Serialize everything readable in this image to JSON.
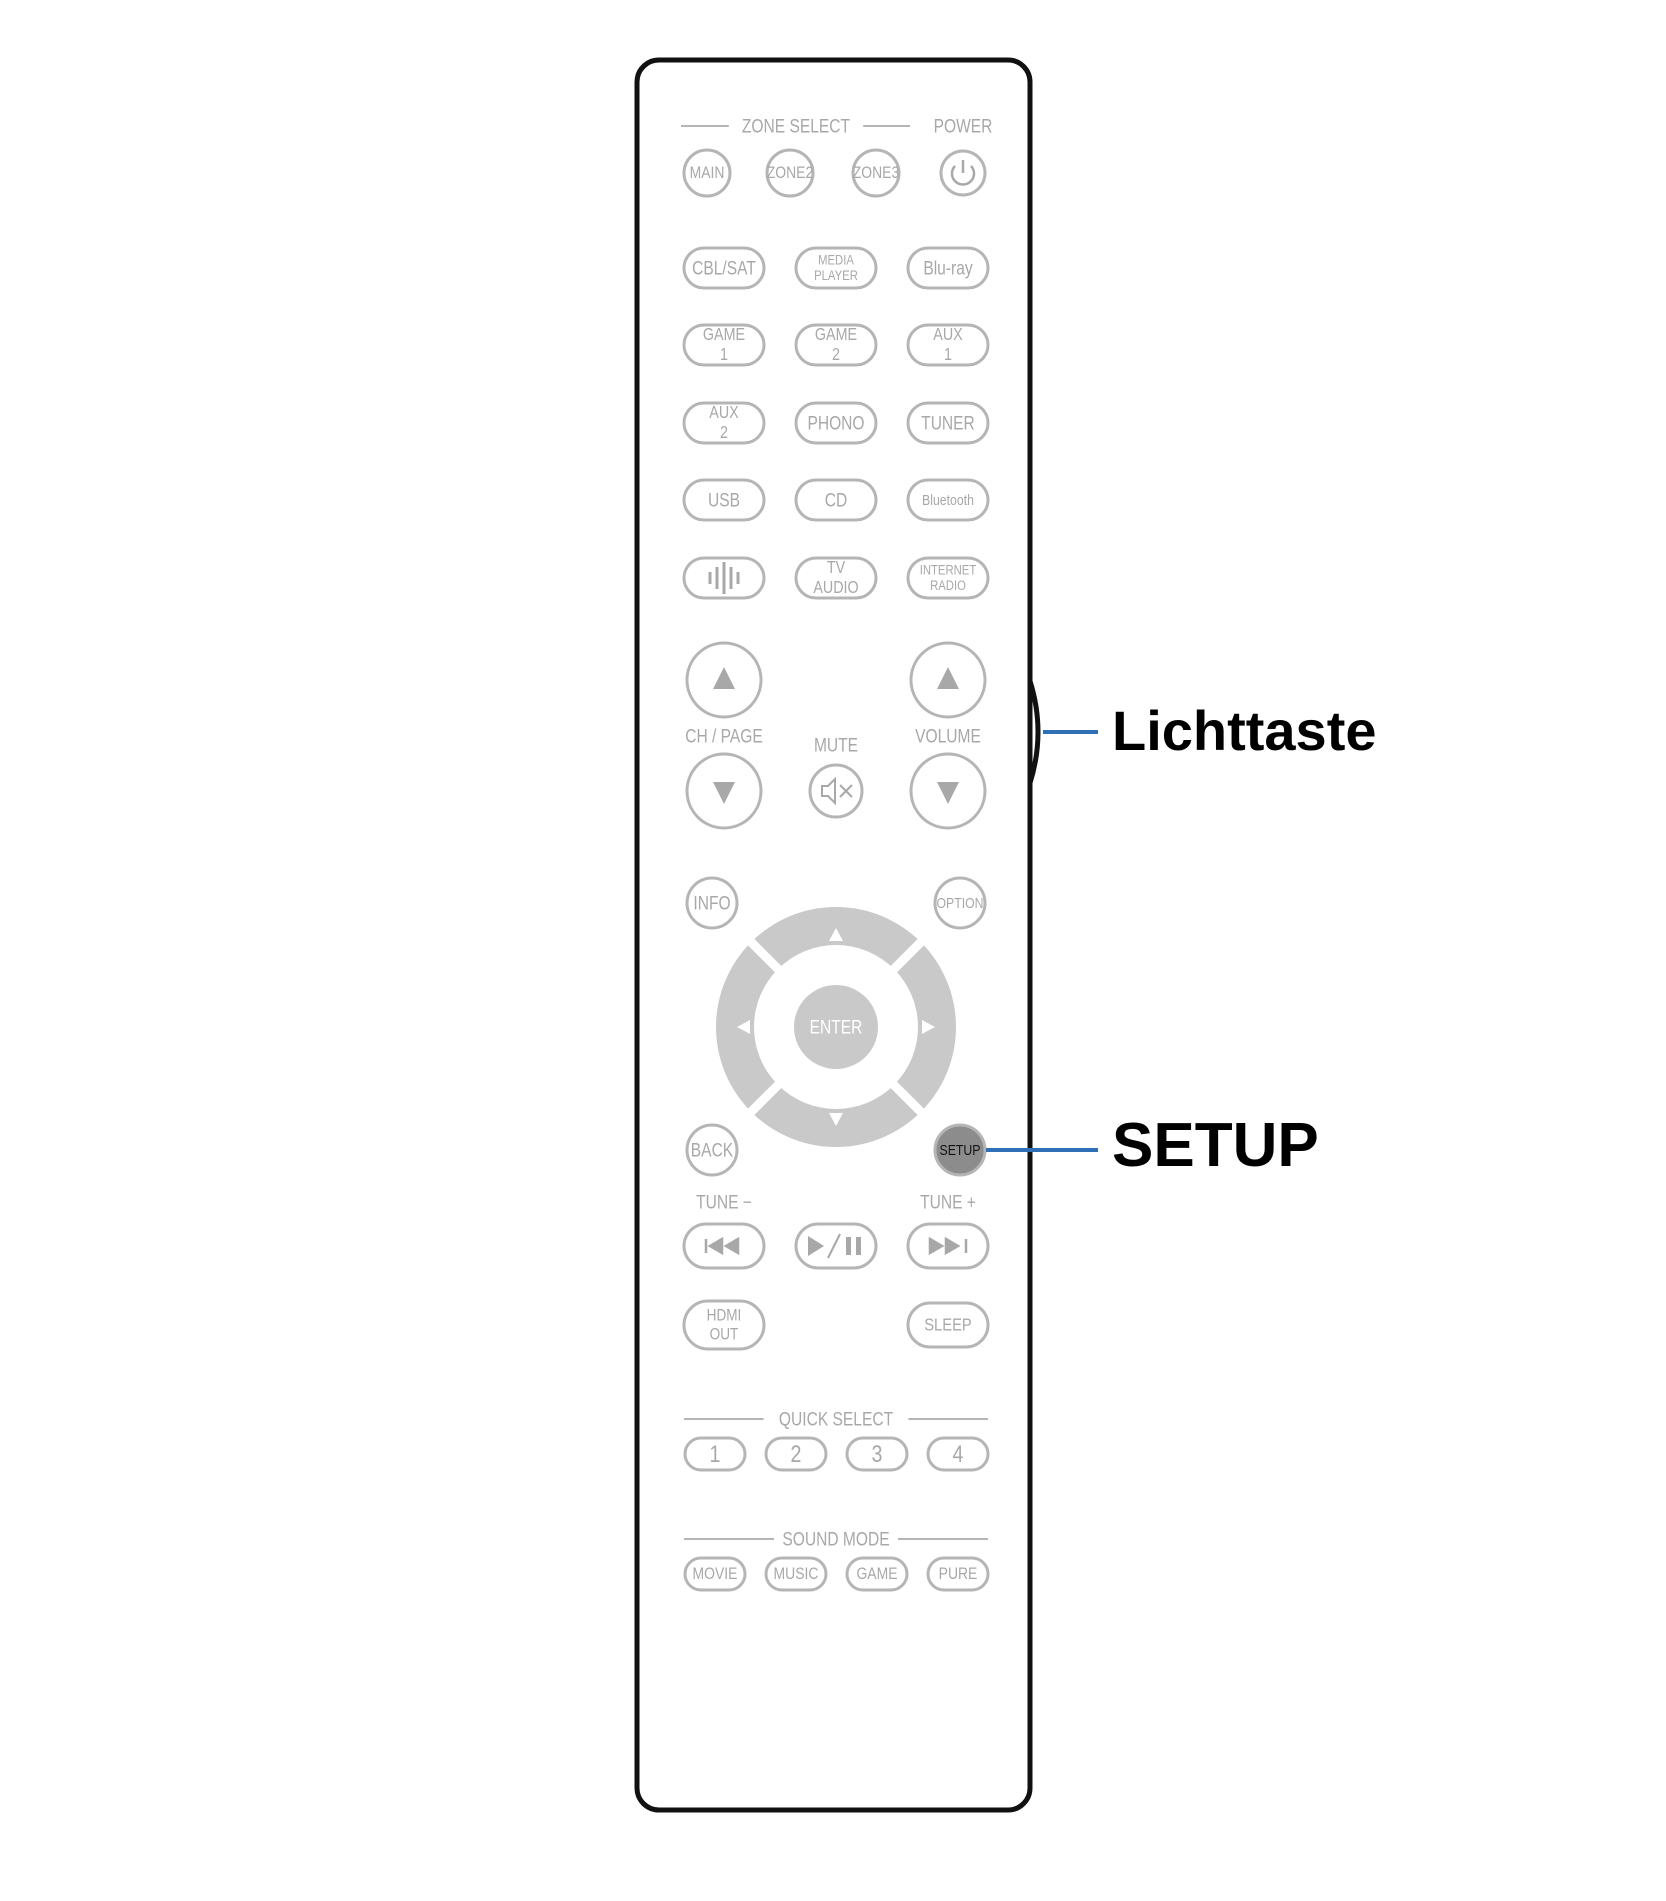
{
  "colors": {
    "button_outline": "#b5b5b5",
    "button_label": "#a8a8a8",
    "setup_fill": "#8c8c8c",
    "callout_line": "#2f6fb5",
    "body_outline": "#111111"
  },
  "remote": {
    "zone_select_label": "ZONE SELECT",
    "power_label": "POWER",
    "zone_buttons": [
      "MAIN",
      "ZONE2",
      "ZONE3"
    ],
    "power_icon": "power-icon",
    "sources": [
      [
        "CBL/SAT",
        "MEDIA PLAYER",
        "Blu-ray"
      ],
      [
        "GAME 1",
        "GAME 2",
        "AUX 1"
      ],
      [
        "AUX 2",
        "PHONO",
        "TUNER"
      ],
      [
        "USB",
        "CD",
        "Bluetooth"
      ],
      [
        "heos-icon",
        "TV AUDIO",
        "INTERNET RADIO"
      ]
    ],
    "ch_page_label": "CH / PAGE",
    "mute_label": "MUTE",
    "volume_label": "VOLUME",
    "info_label": "INFO",
    "option_label": "OPTION",
    "enter_label": "ENTER",
    "back_label": "BACK",
    "setup_label": "SETUP",
    "tune_minus_label": "TUNE −",
    "tune_plus_label": "TUNE +",
    "hdmi_out_label": "HDMI OUT",
    "sleep_label": "SLEEP",
    "quick_select_label": "QUICK SELECT",
    "quick_select_buttons": [
      "1",
      "2",
      "3",
      "4"
    ],
    "sound_mode_label": "SOUND MODE",
    "sound_mode_buttons": [
      "MOVIE",
      "MUSIC",
      "GAME",
      "PURE"
    ]
  },
  "callouts": {
    "light_button": "Lichttaste",
    "setup": "SETUP"
  }
}
